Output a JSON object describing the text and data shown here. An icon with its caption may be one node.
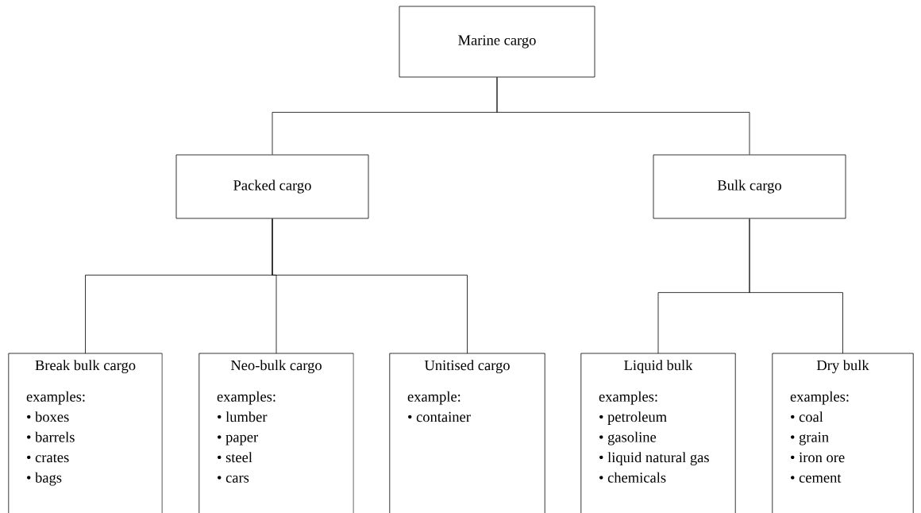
{
  "diagram": {
    "nodes": [
      {
        "text": [
          "Marine cargo"
        ]
      },
      {
        "text": [
          "Packed cargo"
        ]
      },
      {
        "text": [
          "Bulk cargo"
        ]
      },
      {
        "text": [
          "Break bulk cargo",
          "examples:",
          "• boxes",
          "• barrels",
          "• crates",
          "• bags"
        ]
      },
      {
        "text": [
          "Neo-bulk cargo",
          "examples:",
          "• lumber",
          "• paper",
          "• steel",
          "• cars"
        ]
      },
      {
        "text": [
          "Unitised cargo",
          "example:",
          "• container"
        ]
      },
      {
        "text": [
          "Liquid bulk",
          "examples:",
          "• petroleum",
          "• gasoline",
          "• liquid natural gas",
          "• chemicals"
        ]
      },
      {
        "text": [
          "Dry bulk",
          "examples:",
          "• coal",
          "• grain",
          "• iron ore",
          "• cement"
        ]
      }
    ],
    "edges": [
      {
        "from": 0,
        "to": 1,
        "arrow": "none"
      },
      {
        "from": 0,
        "to": 2,
        "arrow": "none"
      },
      {
        "from": 1,
        "to": 3,
        "arrow": "none"
      },
      {
        "from": 1,
        "to": 4,
        "arrow": "none"
      },
      {
        "from": 1,
        "to": 5,
        "arrow": "none"
      },
      {
        "from": 2,
        "to": 6,
        "arrow": "none"
      },
      {
        "from": 2,
        "to": 7,
        "arrow": "none"
      }
    ]
  }
}
